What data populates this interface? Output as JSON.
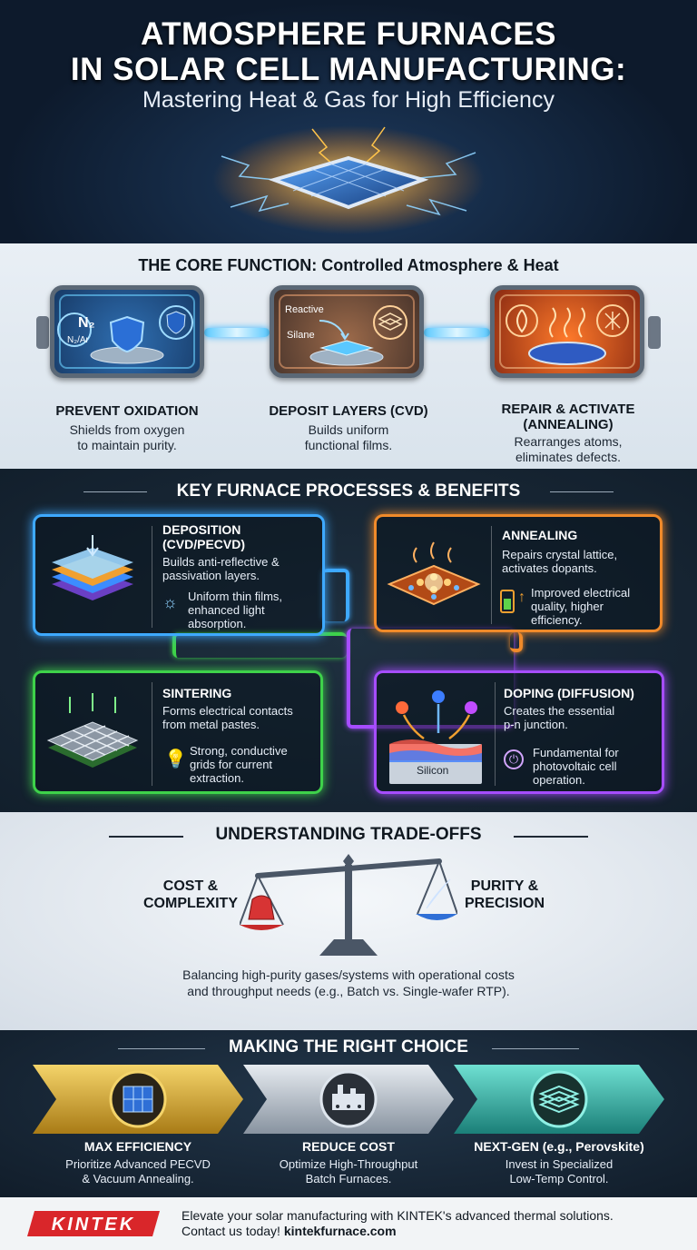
{
  "header": {
    "title_line1": "ATMOSPHERE FURNACES",
    "title_line2": "IN SOLAR CELL MANUFACTURING:",
    "subtitle": "Mastering Heat & Gas for High Efficiency"
  },
  "core": {
    "title": "THE CORE FUNCTION: Controlled Atmosphere & Heat",
    "card1_gas": "N₂",
    "card1_gas2": "N₂/Ar",
    "card2_text1": "Reactive",
    "card2_text2": "Silane",
    "items": [
      {
        "label": "PREVENT OXIDATION",
        "desc1": "Shields from oxygen",
        "desc2": "to maintain purity."
      },
      {
        "label": "DEPOSIT LAYERS (CVD)",
        "desc1": "Builds uniform",
        "desc2": "functional films."
      },
      {
        "label1": "REPAIR & ACTIVATE",
        "label2": "(ANNEALING)",
        "desc1": "Rearranges atoms,",
        "desc2": "eliminates defects."
      }
    ]
  },
  "processes": {
    "title": "KEY FURNACE PROCESSES & BENEFITS",
    "deposition": {
      "title1": "DEPOSITION",
      "title2": "(CVD/PECVD)",
      "desc1": "Builds anti-reflective &",
      "desc2": "passivation layers.",
      "ben1": "Uniform thin films,",
      "ben2": "enhanced light",
      "ben3": "absorption."
    },
    "annealing": {
      "title": "ANNEALING",
      "desc1": "Repairs crystal lattice,",
      "desc2": "activates dopants.",
      "ben1": "Improved electrical",
      "ben2": "quality, higher",
      "ben3": "efficiency."
    },
    "sintering": {
      "title": "SINTERING",
      "desc1": "Forms electrical contacts",
      "desc2": "from metal pastes.",
      "ben1": "Strong, conductive",
      "ben2": "grids for current",
      "ben3": "extraction."
    },
    "doping": {
      "title": "DOPING (DIFFUSION)",
      "desc1": "Creates the essential",
      "desc2": "p-n junction.",
      "ben1": "Fundamental for",
      "ben2": "photovoltaic cell",
      "ben3": "operation.",
      "silicon_label": "Silicon"
    }
  },
  "tradeoffs": {
    "title": "UNDERSTANDING TRADE-OFFS",
    "left1": "COST &",
    "left2": "COMPLEXITY",
    "right1": "PURITY &",
    "right2": "PRECISION",
    "desc1": "Balancing high-purity gases/systems with operational costs",
    "desc2": "and throughput needs (e.g., Batch vs. Single-wafer RTP)."
  },
  "choice": {
    "title": "MAKING THE RIGHT CHOICE",
    "items": [
      {
        "label": "MAX EFFICIENCY",
        "desc1": "Prioritize Advanced PECVD",
        "desc2": "& Vacuum Annealing."
      },
      {
        "label": "REDUCE COST",
        "desc1": "Optimize High-Throughput",
        "desc2": "Batch Furnaces."
      },
      {
        "label": "NEXT-GEN (e.g., Perovskite)",
        "desc1": "Invest in Specialized",
        "desc2": "Low-Temp Control."
      }
    ]
  },
  "footer": {
    "logo": "KINTEK",
    "line1": "Elevate your solar manufacturing with KINTEK's advanced thermal solutions.",
    "line2_a": "Contact us today! ",
    "line2_b": "kintekfurnace.com"
  },
  "colors": {
    "blue": "#3ea9ff",
    "orange": "#f08a2a",
    "green": "#3ed24a",
    "purple": "#a64dff",
    "gold": "#c9a227",
    "teal": "#2fb3a8"
  }
}
